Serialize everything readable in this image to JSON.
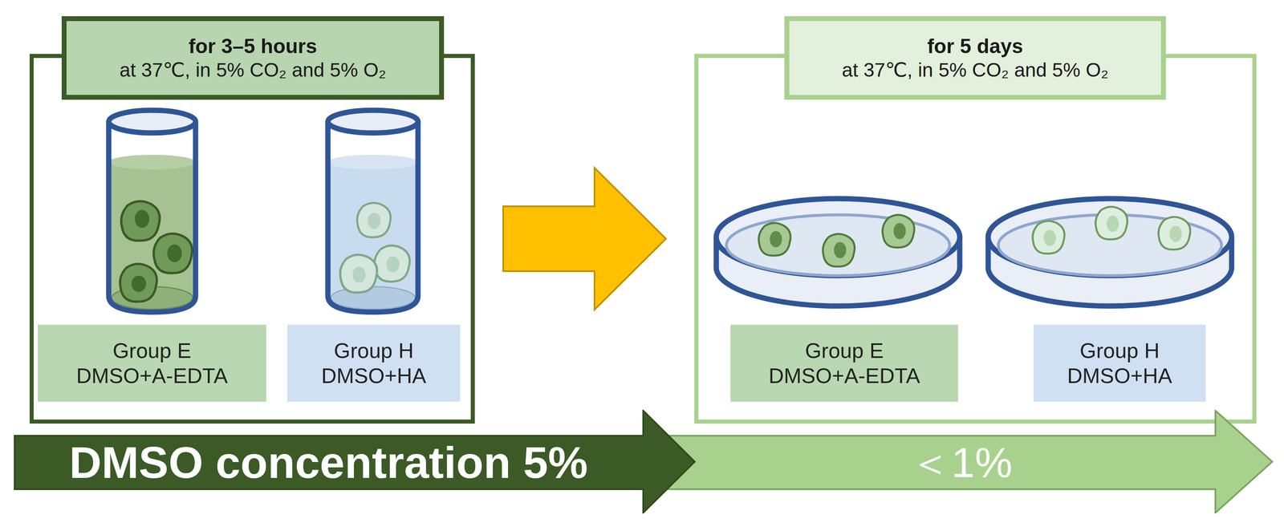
{
  "diagram": {
    "nodes": [
      {
        "text": [
          "for 3–5 hours",
          "at 37℃, in 5% CO₂ and 5% O₂"
        ]
      },
      {
        "text": [
          "Group E",
          "DMSO+A-EDTA"
        ],
        "in": 0
      },
      {
        "text": [
          "Group H",
          "DMSO+HA"
        ],
        "in": 0
      },
      {
        "text": [
          "for 5 days",
          "at 37℃, in 5% CO₂ and 5% O₂"
        ]
      },
      {
        "text": [
          "Group E",
          "DMSO+A-EDTA"
        ],
        "in": 3
      },
      {
        "text": [
          "Group H",
          "DMSO+HA"
        ],
        "in": 3
      },
      {
        "text": [
          "DMSO concentration 5%"
        ]
      },
      {
        "text": [
          "＜1%"
        ]
      }
    ],
    "edges": [
      {
        "from": 0,
        "to": 3,
        "arrow": "to"
      }
    ]
  }
}
